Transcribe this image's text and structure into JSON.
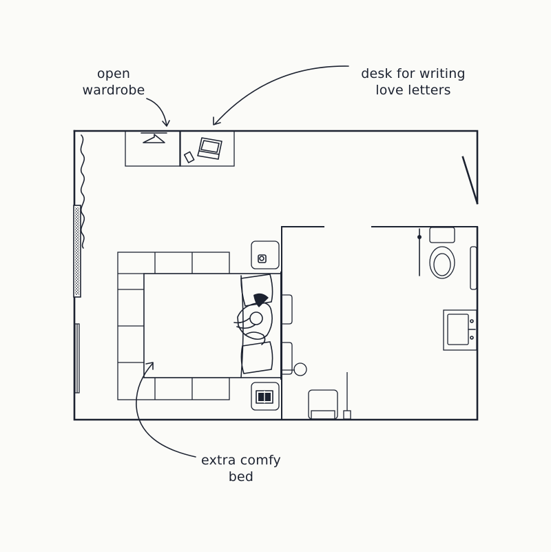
{
  "labels": {
    "wardrobe": [
      "open",
      "wardrobe"
    ],
    "desk": [
      "desk for writing",
      "love letters"
    ],
    "bed": [
      "extra comfy",
      "bed"
    ]
  },
  "colors": {
    "ink": "#1c2230",
    "paper": "#fbfbf8"
  }
}
